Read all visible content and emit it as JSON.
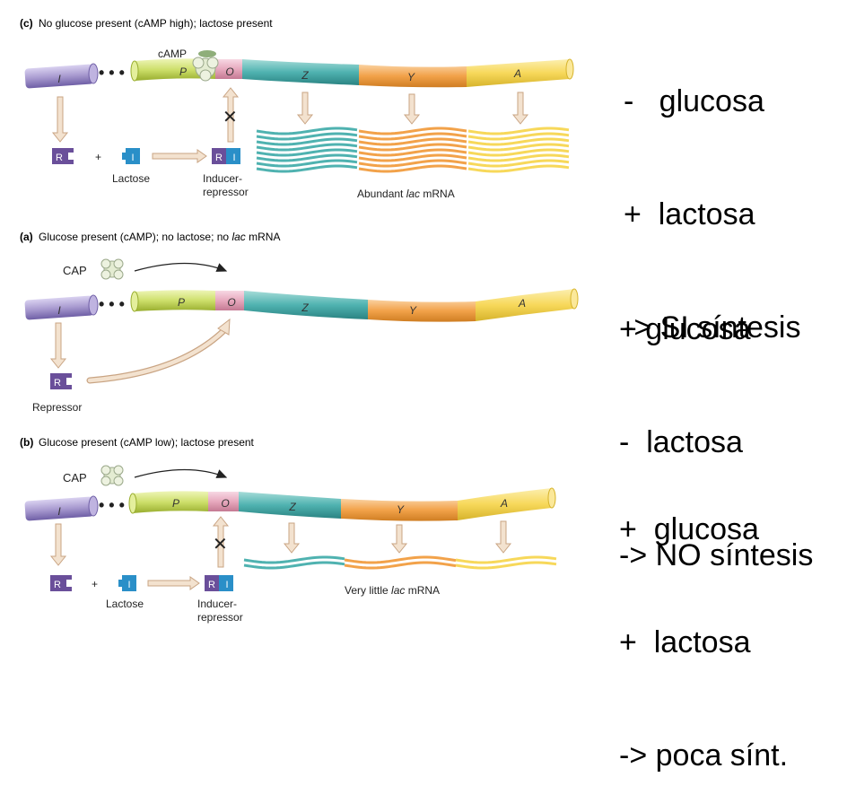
{
  "panel_c": {
    "title_letter": "(c)",
    "title": "No glucose present (cAMP high); lactose present",
    "camp_label": "cAMP",
    "genes": {
      "i": "I",
      "p": "P",
      "o": "O",
      "z": "Z",
      "y": "Y",
      "a": "A"
    },
    "repressor_letter": "R",
    "inducer_letter": "I",
    "plus": "+",
    "lactose_label": "Lactose",
    "inducer_repressor_label_1": "Inducer-",
    "inducer_repressor_label_2": "repressor",
    "mrna_label_pre": "Abundant ",
    "mrna_label_italic": "lac",
    "mrna_label_post": " mRNA"
  },
  "panel_a": {
    "title_letter": "(a)",
    "title_pre": "Glucose present (cAMP); no lactose; no ",
    "title_italic": "lac",
    "title_post": " mRNA",
    "cap_label": "CAP",
    "genes": {
      "i": "I",
      "p": "P",
      "o": "O",
      "z": "Z",
      "y": "Y",
      "a": "A"
    },
    "repressor_letter": "R",
    "repressor_label": "Repressor"
  },
  "panel_b": {
    "title_letter": "(b)",
    "title": "Glucose present (cAMP low); lactose present",
    "cap_label": "CAP",
    "genes": {
      "i": "I",
      "p": "P",
      "o": "O",
      "z": "Z",
      "y": "Y",
      "a": "A"
    },
    "repressor_letter": "R",
    "inducer_letter": "I",
    "plus": "+",
    "lactose_label": "Lactose",
    "inducer_repressor_label_1": "Inducer-",
    "inducer_repressor_label_2": "repressor",
    "mrna_label_pre": "Very little ",
    "mrna_label_italic": "lac",
    "mrna_label_post": " mRNA"
  },
  "notes": {
    "c": [
      "-   glucosa",
      "+  lactosa",
      "-> SI síntesis"
    ],
    "a": [
      "+ glucosa",
      "-  lactosa",
      "-> NO síntesis"
    ],
    "b": [
      "+  glucosa",
      "+  lactosa",
      "-> poca sínt."
    ]
  },
  "colors": {
    "i_gene": "#a99bd0",
    "promoter": "#cddf6a",
    "operator": "#e7a9be",
    "z_gene": "#4fb2b0",
    "y_gene": "#f2a24a",
    "a_gene": "#f7d85a",
    "repressor": "#6a4f9a",
    "inducer": "#2a8fc8",
    "arrow": "#e6c8a8",
    "cap": "#d6e4b4"
  }
}
